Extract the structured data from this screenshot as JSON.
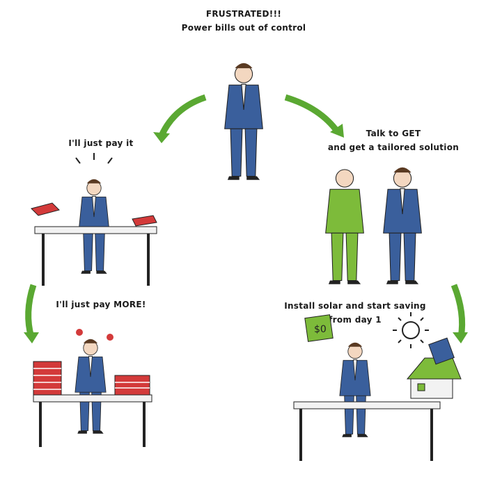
{
  "captions": {
    "top_line1": "FRUSTRATED!!!",
    "top_line2": "Power bills out of control",
    "left1": "I'll just pay it",
    "left2": "I'll just pay MORE!",
    "right1_line1": "Talk to GET",
    "right1_line2": "and get a tailored solution",
    "right2_line1": "Install solar and start saving",
    "right2_line2": "from day 1"
  },
  "money_label": "$0",
  "colors": {
    "suit": "#3a5f9c",
    "green_suit": "#7dbb3a",
    "arrow": "#5aa832",
    "paper": "#d33a3a",
    "desk": "#f2f2f2"
  }
}
